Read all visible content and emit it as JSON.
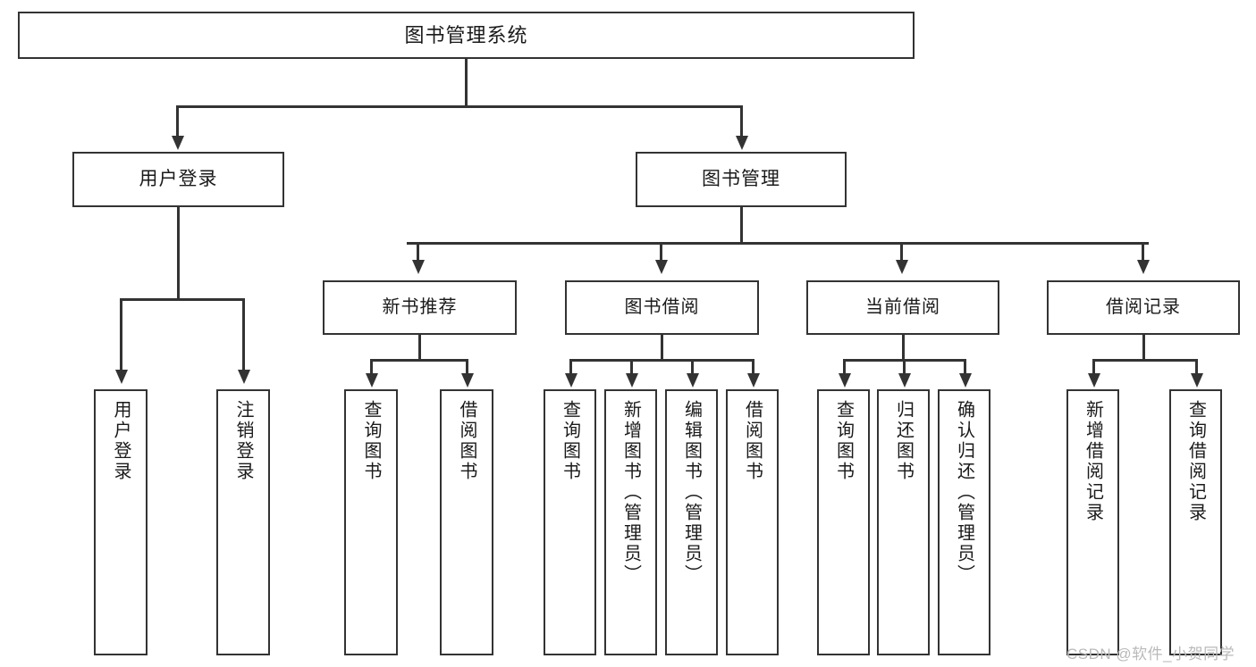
{
  "diagram": {
    "type": "tree-hierarchy",
    "title": "图书管理系统",
    "root": {
      "id": "root",
      "label": "图书管理系统"
    },
    "level1": [
      {
        "id": "user-login",
        "label": "用户登录"
      },
      {
        "id": "book-management",
        "label": "图书管理"
      }
    ],
    "level2": [
      {
        "id": "new-book-recommend",
        "label": "新书推荐",
        "parent": "book-management"
      },
      {
        "id": "book-borrow",
        "label": "图书借阅",
        "parent": "book-management"
      },
      {
        "id": "current-borrow",
        "label": "当前借阅",
        "parent": "book-management"
      },
      {
        "id": "borrow-record",
        "label": "借阅记录",
        "parent": "book-management"
      }
    ],
    "leaves": [
      {
        "id": "leaf-user-login",
        "label": "用户登录",
        "parent": "user-login"
      },
      {
        "id": "leaf-logout",
        "label": "注销登录",
        "parent": "user-login"
      },
      {
        "id": "leaf-query-book-1",
        "label": "查询图书",
        "parent": "new-book-recommend"
      },
      {
        "id": "leaf-borrow-book-1",
        "label": "借阅图书",
        "parent": "new-book-recommend"
      },
      {
        "id": "leaf-query-book-2",
        "label": "查询图书",
        "parent": "book-borrow"
      },
      {
        "id": "leaf-add-book",
        "label": "新增图书（管理员）",
        "parent": "book-borrow"
      },
      {
        "id": "leaf-edit-book",
        "label": "编辑图书（管理员）",
        "parent": "book-borrow"
      },
      {
        "id": "leaf-borrow-book-2",
        "label": "借阅图书",
        "parent": "book-borrow"
      },
      {
        "id": "leaf-query-book-3",
        "label": "查询图书",
        "parent": "current-borrow"
      },
      {
        "id": "leaf-return-book",
        "label": "归还图书",
        "parent": "current-borrow"
      },
      {
        "id": "leaf-confirm-return",
        "label": "确认归还（管理员）",
        "parent": "current-borrow"
      },
      {
        "id": "leaf-add-record",
        "label": "新增借阅记录",
        "parent": "borrow-record"
      },
      {
        "id": "leaf-query-record",
        "label": "查询借阅记录",
        "parent": "borrow-record"
      }
    ]
  },
  "watermark": {
    "text": "CSDN @软件_小贺同学"
  },
  "colors": {
    "stroke": "#333333",
    "background": "#ffffff",
    "text": "#1a1a1a",
    "watermark": "#b9b9b9"
  }
}
